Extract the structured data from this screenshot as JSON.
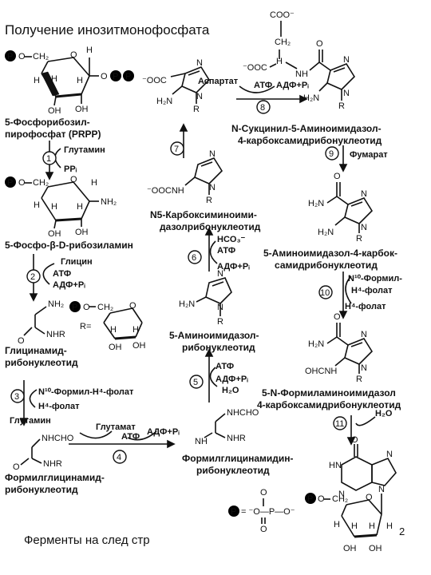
{
  "slide": {
    "title": "Получение инозитмонофосфата",
    "footer": "Ферменты на след стр",
    "page_number": "2"
  },
  "compounds": {
    "prpp_name": [
      "5-Фосфорибозил-",
      "пирофосфат (PRPP)"
    ],
    "phosphoribosylamine_name": "5-Фосфо-β-D-рибозиламин",
    "gar_name": [
      "Глицинамид-",
      "рибонуклеотид"
    ],
    "fgar_name": [
      "Формилглицинамид-",
      "рибонуклеотид"
    ],
    "fgam_name": [
      "Формилглицинамидин-",
      "рибонуклеотид"
    ],
    "air_name": [
      "5-Аминоимидазол-",
      "рибонуклеотид"
    ],
    "cair_name": [
      "N5-Карбоксиминоими-",
      "дазолрибонуклеотид"
    ],
    "saicar_name": [
      "N-Сукцинил-5-Аминоимидазол-",
      "4-карбоксамидрибонуклеотид"
    ],
    "aicar_name": [
      "5-Аминоимидазол-4-карбок-",
      "самидрибонуклеотид"
    ],
    "faicar_name": [
      "5-N-Формиламиноимидазол",
      "4-карбоксамидрибонуклеотид"
    ]
  },
  "reagents": {
    "glutamine": "Глутамин",
    "ppi": "PPᵢ",
    "glycine": "Глицин",
    "atp": "АТФ",
    "adp_pi": "АДФ+Pᵢ",
    "n10_formyl_h4_folate": "N¹⁰-Формил-H⁴-фолат",
    "h4_folate": "H⁴-фолат",
    "glutamate": "Глутамат",
    "hco3": "HCO₃⁻",
    "h2o": "H₂O",
    "aspartate": "Аспартат",
    "fumarate": "Фумарат",
    "n10_formyl_short": "N¹⁰-Формил-",
    "h4_folate_dash": "H⁴-фолат"
  },
  "steps": [
    "1",
    "2",
    "3",
    "4",
    "5",
    "6",
    "7",
    "8",
    "9",
    "10",
    "11"
  ],
  "atoms": {
    "p": "P",
    "o": "O",
    "ch2": "CH₂",
    "h": "H",
    "oh": "OH",
    "nh2": "NH₂",
    "n": "N",
    "r": "R",
    "nhr": "NHR",
    "nhcho": "NHCHO",
    "coo": "COO⁻",
    "ooc": "⁻OOC",
    "nh": "NH",
    "hn": "HN",
    "h2n": "H₂N",
    "ohcnh": "OHCNH",
    "ooccnh": "⁻OOCNH",
    "r_eq": "R=",
    "phosphate_eq": "= ⁻O—P—O⁻"
  }
}
